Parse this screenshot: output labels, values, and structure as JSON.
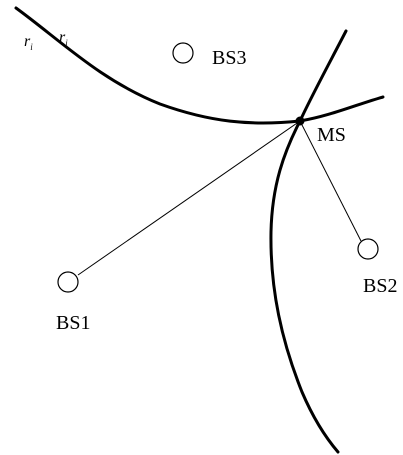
{
  "diagram": {
    "colors": {
      "stroke": "#000000",
      "background": "#ffffff"
    },
    "curve_labels": [
      {
        "base": "r",
        "sub": "i"
      },
      {
        "base": "r",
        "sub": "i"
      }
    ],
    "mobile_station": {
      "label": "MS"
    },
    "base_stations": [
      {
        "label": "BS1"
      },
      {
        "label": "BS2"
      },
      {
        "label": "BS3"
      }
    ]
  }
}
